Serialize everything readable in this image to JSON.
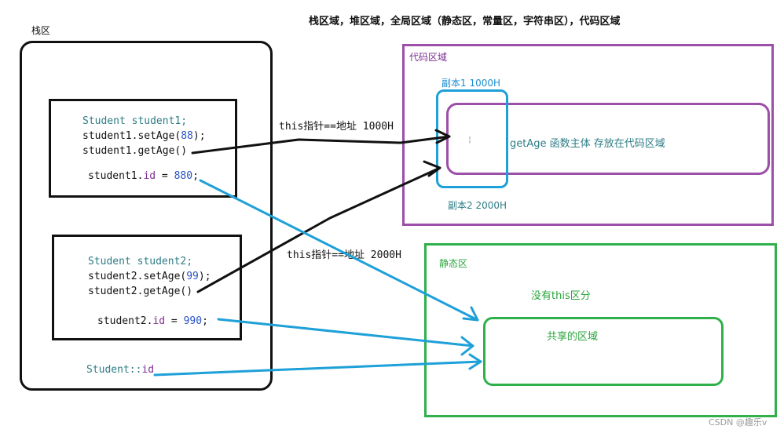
{
  "title": "栈区域，堆区域，全局区域（静态区，常量区，字符串区），代码区域",
  "stack": {
    "label": "栈区",
    "box1": {
      "line1": "Student student1;",
      "line2_pre": "student1.setAge(",
      "line2_num": "88",
      "line2_post": ");",
      "line3": "student1.getAge()",
      "id_pre": "student1.",
      "id_kw": "id",
      "id_eq": " = ",
      "id_num": "880",
      "id_post": ";"
    },
    "box2": {
      "line1": "Student student2;",
      "line2_pre": "student2.setAge(",
      "line2_num": "99",
      "line2_post": ");",
      "line3": "student2.getAge()",
      "id_pre": "student2.",
      "id_kw": "id",
      "id_eq": " = ",
      "id_num": "990",
      "id_post": ";"
    },
    "static_ref_pre": "Student::",
    "static_ref_kw": "id"
  },
  "arrows": {
    "this1": "this指针==地址 1000H",
    "this2": "this指针==地址 2000H"
  },
  "code_area": {
    "label": "代码区域",
    "copy1": "副本1  1000H",
    "copy2": "副本2 2000H",
    "cursor": "¦",
    "function_text": "getAge 函数主体 存放在代码区域"
  },
  "static_area": {
    "label": "静态区",
    "no_this": "没有this区分",
    "shared": "共享的区域"
  },
  "watermark": "CSDN @趣乐v",
  "colors": {
    "stack_border": "#111111",
    "code_border": "#9b4fa8",
    "copy_border": "#1ea0d8",
    "static_border": "#2fb04a",
    "shared_border": "#2fb04a",
    "arrow_black": "#111111",
    "arrow_cyan": "#1ea0d8"
  }
}
